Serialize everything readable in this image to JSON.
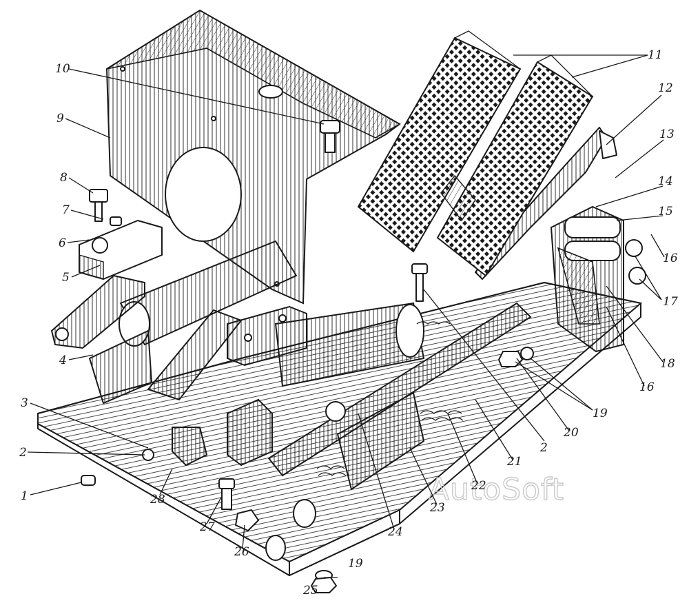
{
  "watermark": "AutoSoft",
  "callouts": [
    "1",
    "2",
    "2",
    "3",
    "4",
    "5",
    "6",
    "7",
    "8",
    "9",
    "10",
    "11",
    "12",
    "13",
    "14",
    "15",
    "16",
    "16",
    "17",
    "18",
    "19",
    "19",
    "20",
    "21",
    "22",
    "23",
    "24",
    "25",
    "26",
    "27",
    "28"
  ],
  "colors": {
    "ink": "#1a1a1a",
    "paper": "#ffffff",
    "watermark": "#c8c8c8"
  }
}
